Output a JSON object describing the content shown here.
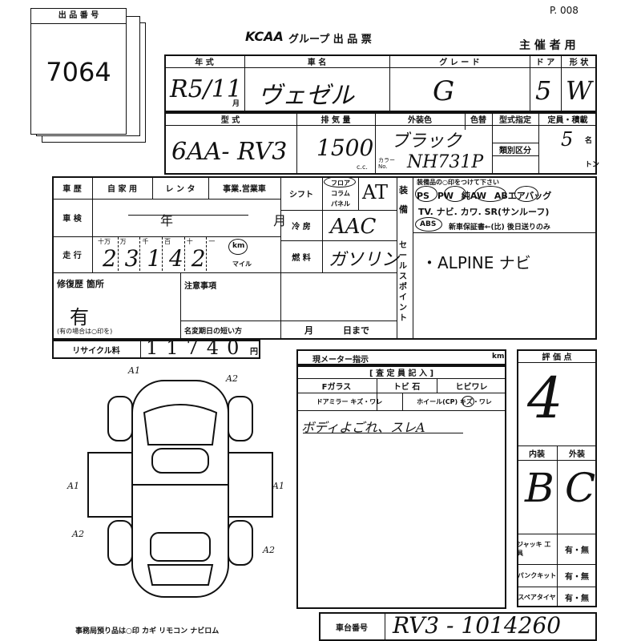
{
  "page_number": "P. 008",
  "lot": {
    "label": "出 品 番 号",
    "value": "7064"
  },
  "header": {
    "brand": "KCAA",
    "title": "グループ 出 品 票",
    "organizer": "主 催 者 用"
  },
  "row1": {
    "year_label": "年 式",
    "year_value": "R5/11",
    "year_unit": "月",
    "model_label": "車 名",
    "model_value": "ヴェゼル",
    "grade_label": "グ レ ー ド",
    "grade_value": "G",
    "doors_label": "ド ア",
    "doors_value": "5",
    "shape_label": "形 状",
    "shape_value": "W"
  },
  "row2": {
    "type_label": "型 式",
    "type_value": "6AA- RV3",
    "cc_label": "排 気 量",
    "cc_value": "1500",
    "cc_unit": "c.c.",
    "color_label": "外装色",
    "color_value": "ブラック",
    "color_code_label": "カラー No.",
    "color_code_value": "NH731P",
    "colortype_label": "色替",
    "designation_label": "型式指定",
    "category_label": "類別区分",
    "capacity_label": "定員・積載",
    "capacity_value": "5",
    "capacity_unit": "名",
    "ton_unit": "トン"
  },
  "history": {
    "label": "車 歴",
    "opt1": "自 家 用",
    "opt2": "レ ン タ",
    "opt3": "事業.営業車"
  },
  "inspection": {
    "label": "車 検",
    "value": "年 月"
  },
  "mileage": {
    "label": "走 行",
    "units": [
      "十万",
      "万",
      "千",
      "百",
      "十",
      "一"
    ],
    "digits": [
      "2",
      "3",
      "1",
      "4",
      "2"
    ],
    "km": "km",
    "mile": "マイル"
  },
  "repair": {
    "label": "修復歴 箇所",
    "value": "有",
    "note": "(有の場合は○印を)"
  },
  "recycle": {
    "label": "リサイクル料",
    "value": "11740",
    "unit": "円"
  },
  "shift": {
    "label": "シフト",
    "options": [
      "フロア",
      "コラム",
      "パネル"
    ],
    "value": "AT"
  },
  "ac": {
    "label": "冷 房",
    "value": "AAC"
  },
  "fuel": {
    "label": "燃 料",
    "value": "ガソリン"
  },
  "equipment": {
    "label": "装備",
    "note": "装備品の○印をつけて下さい",
    "line1": "PS PW 純AW ABエアバッグ",
    "line1_items": [
      "PS",
      "PW",
      "純AW",
      "AB",
      "(エアバッグ)"
    ],
    "line2": "TV. ナビ. カワ. SR(サンルーフ)",
    "line3_abs": "ABS",
    "line3_rest": "新車保証書←(比) 後日送りのみ"
  },
  "sales_point": {
    "label": "セールスポイント",
    "value": "・ALPINE ナビ"
  },
  "remarks": {
    "label": "注意事項",
    "deadline": "名変期日の短い方",
    "month": "月",
    "day": "日まで"
  },
  "meter": {
    "label": "現メーター指示",
    "unit": "km"
  },
  "inspector": {
    "title": "[ 査 定 員 記 入 ]",
    "fglass": "Fガラス",
    "tobi": "トビ 石",
    "hibi": "ヒビワレ",
    "mirror": "ドアミラー キズ・ワレ",
    "wheel": "ホイール(CP) キズ・ワレ",
    "comment": "ボディよごれ、スレA"
  },
  "score": {
    "label": "評 価 点",
    "value": "4",
    "interior_label": "内装",
    "exterior_label": "外装",
    "interior_value": "B",
    "exterior_value": "C"
  },
  "tools": [
    {
      "label": "ジャッキ 工具",
      "value": "有・無"
    },
    {
      "label": "パンクキット",
      "value": "有・無"
    },
    {
      "label": "スペアタイヤ",
      "value": "有・無"
    }
  ],
  "footer": {
    "items_label": "事務局預り品は○印  カギ  リモコン  ナビロム",
    "chassis_label": "車台番号",
    "chassis_value": "RV3 - 1014260"
  },
  "diagram_marks": [
    "A1",
    "A2",
    "A1",
    "A1",
    "A2",
    "A2"
  ]
}
